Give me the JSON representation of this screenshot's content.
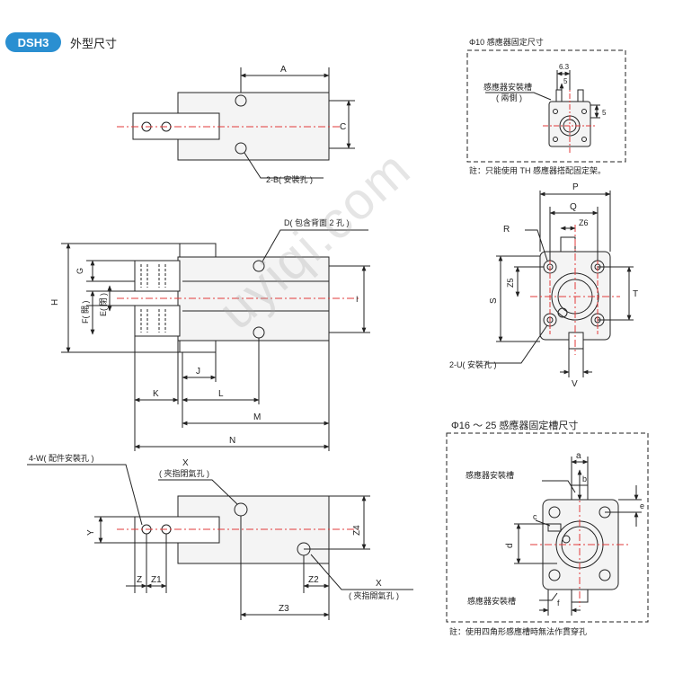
{
  "header": {
    "badge": "DSH3",
    "title": "外型尺寸"
  },
  "views": {
    "top": {
      "dim_A": "A",
      "dim_C": "C",
      "callout_B": "2-B( 安裝孔 )"
    },
    "front": {
      "callout_D": "D( 包含背面 2 孔 )",
      "dim_G": "G",
      "dim_H": "H",
      "dim_F": "F( 開 )",
      "dim_E": "E( 閉 )",
      "dim_I": "I",
      "dim_J": "J",
      "dim_K": "K",
      "dim_L": "L",
      "dim_M": "M",
      "dim_N": "N"
    },
    "bottom": {
      "callout_W": "4-W( 配件安裝孔 )",
      "dim_X1": "X",
      "dim_X1_note": "( 夾指閉氣孔 )",
      "dim_X2": "X",
      "dim_X2_note": "( 夾指開氣孔 )",
      "dim_Y": "Y",
      "dim_Z": "Z",
      "dim_Z1": "Z1",
      "dim_Z2": "Z2",
      "dim_Z3": "Z3",
      "dim_Z4": "Z4"
    },
    "phi10": {
      "title": "Φ10 感應器固定尺寸",
      "dim_63": "6.3",
      "dim_5a": "5",
      "dim_5b": "5",
      "label_slot": "感應器安裝槽",
      "label_both": "( 兩側 )",
      "note": "註：只能使用 TH 感應器搭配固定架。"
    },
    "side": {
      "dim_P": "P",
      "dim_Q": "Q",
      "dim_Z6": "Z6",
      "dim_R": "R",
      "dim_S": "S",
      "dim_Z5": "Z5",
      "dim_T": "T",
      "dim_V": "V",
      "callout_U": "2-U( 安裝孔 )"
    },
    "phi1625": {
      "title": "Φ16 ～ 25 感應器固定槽尺寸",
      "dim_a": "a",
      "dim_b": "b",
      "dim_c": "c",
      "dim_d": "d",
      "dim_e": "e",
      "dim_f": "f",
      "label_slot_top": "感應器安裝槽",
      "label_slot_bottom": "感應器安裝槽",
      "note": "註：使用四角形感應槽時無法作貫穿孔"
    }
  },
  "watermark": "uyiqi.com",
  "colors": {
    "badge": "#2a8fd1",
    "line": "#222222",
    "center": "#e23a3a",
    "body": "#f4f4f4"
  }
}
